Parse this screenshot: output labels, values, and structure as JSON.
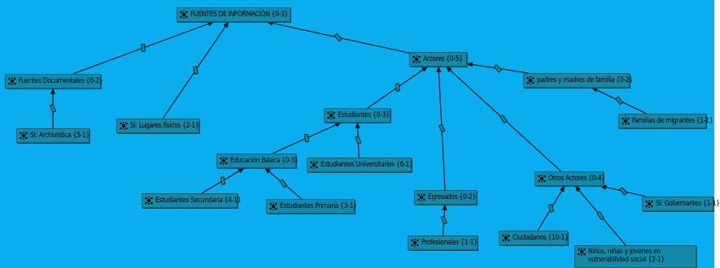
{
  "colors": {
    "background": "#0aaeef",
    "node_fill": "#148aaa",
    "node_border": "#0b5f78",
    "edge": "#0a0a0a",
    "edge_marker": "#1a8a9b"
  },
  "nodes": [
    {
      "id": "fuentes",
      "label": "FUENTES DE INFORMACIÓN {0-3}",
      "icon": "network-code-icon"
    },
    {
      "id": "documentales",
      "label": "Fuentes Documentales {0-2}",
      "icon": "network-code-icon"
    },
    {
      "id": "archivistica",
      "label": "SI: Archivistica {5-1}",
      "icon": "network-code-icon"
    },
    {
      "id": "lugares",
      "label": "SI: Lugares físicos {2-1}",
      "icon": "network-code-icon"
    },
    {
      "id": "actores",
      "label": "Actores {0-5}",
      "icon": "network-code-icon"
    },
    {
      "id": "padres",
      "label": "padres y madres de familia {0-2}",
      "icon": "network-code-icon"
    },
    {
      "id": "migrantes",
      "label": "Familias de migrantes {1-1}",
      "icon": "network-code-icon"
    },
    {
      "id": "estudiantes",
      "label": "Estudiantes {0-3}",
      "icon": "network-code-icon"
    },
    {
      "id": "universitarios",
      "label": "Estudiantes Universitarios {6-1}",
      "icon": "network-code-icon"
    },
    {
      "id": "basica",
      "label": "Educación Básica {0-3}",
      "icon": "network-code-icon"
    },
    {
      "id": "secundaria",
      "label": "Estudiantes Secundaria {4-1}",
      "icon": "network-code-icon"
    },
    {
      "id": "primaria",
      "label": "Estudiantes Primaria {3-1}",
      "icon": "network-code-icon"
    },
    {
      "id": "egresados",
      "label": "Egresados {0-2}",
      "icon": "network-code-icon"
    },
    {
      "id": "profesionales",
      "label": "Profesionales {1-1}",
      "icon": "network-code-icon"
    },
    {
      "id": "otros",
      "label": "Otros Actores {0-4}",
      "icon": "network-code-icon"
    },
    {
      "id": "gobernantes",
      "label": "SI: Gobernantes {1-1}",
      "icon": "network-code-icon"
    },
    {
      "id": "ciudadanos",
      "label": "Ciudadanos {10-1}",
      "icon": "network-code-icon"
    },
    {
      "id": "ninos",
      "label": "Niños, niñas y jovenes en vulnerabilidad social {2-1}",
      "icon": "network-code-icon"
    }
  ],
  "edges": [
    {
      "from": "documentales",
      "to": "fuentes"
    },
    {
      "from": "lugares",
      "to": "fuentes"
    },
    {
      "from": "actores",
      "to": "fuentes"
    },
    {
      "from": "archivistica",
      "to": "documentales"
    },
    {
      "from": "padres",
      "to": "actores"
    },
    {
      "from": "migrantes",
      "to": "padres"
    },
    {
      "from": "estudiantes",
      "to": "actores"
    },
    {
      "from": "egresados",
      "to": "actores"
    },
    {
      "from": "otros",
      "to": "actores"
    },
    {
      "from": "universitarios",
      "to": "estudiantes"
    },
    {
      "from": "basica",
      "to": "estudiantes"
    },
    {
      "from": "secundaria",
      "to": "basica"
    },
    {
      "from": "primaria",
      "to": "basica"
    },
    {
      "from": "profesionales",
      "to": "egresados"
    },
    {
      "from": "gobernantes",
      "to": "otros"
    },
    {
      "from": "ciudadanos",
      "to": "otros"
    },
    {
      "from": "ninos",
      "to": "otros"
    }
  ]
}
